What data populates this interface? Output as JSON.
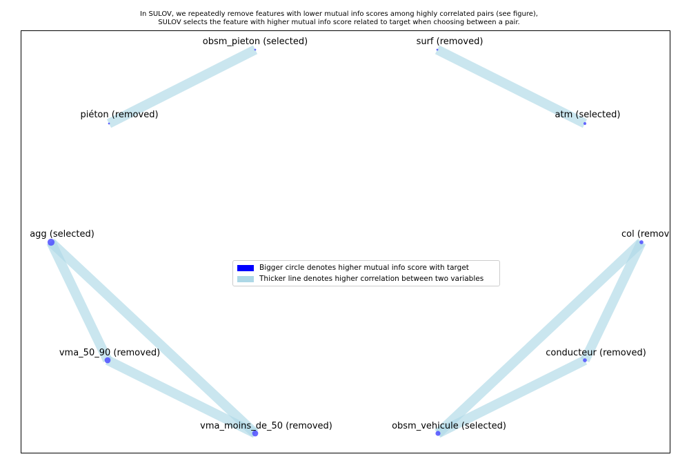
{
  "title": {
    "line1": "In SULOV, we repeatedly remove features with lower mutual info scores among highly correlated pairs (see figure),",
    "line2": "SULOV selects the feature with higher mutual info score related to target when choosing between a pair."
  },
  "legend": {
    "circle_label": "Bigger circle denotes higher mutual info score with target",
    "line_label": "Thicker line denotes higher correlation between two variables",
    "circle_color": "#0000ff",
    "line_color": "#add8e6"
  },
  "colors": {
    "node": "#4d4dff",
    "edge": "#add8e6"
  },
  "diagram": {
    "nodes": [
      {
        "id": "obsm_pieton",
        "label": "obsm_pieton (selected)",
        "mi_score": 1
      },
      {
        "id": "surf",
        "label": "surf (removed)",
        "mi_score": 1
      },
      {
        "id": "pieton",
        "label": "piéton (removed)",
        "mi_score": 1
      },
      {
        "id": "atm",
        "label": "atm (selected)",
        "mi_score": 2
      },
      {
        "id": "agg",
        "label": "agg (selected)",
        "mi_score": 6
      },
      {
        "id": "col",
        "label": "col (removed)",
        "mi_score": 3
      },
      {
        "id": "vma_50_90",
        "label": "vma_50_90 (removed)",
        "mi_score": 5
      },
      {
        "id": "conducteur",
        "label": "conducteur (removed)",
        "mi_score": 3
      },
      {
        "id": "vma_moins_de_50",
        "label": "vma_moins_de_50 (removed)",
        "mi_score": 5
      },
      {
        "id": "obsm_vehicule",
        "label": "obsm_vehicule (selected)",
        "mi_score": 4
      }
    ],
    "edges": [
      {
        "source": "obsm_pieton",
        "target": "pieton",
        "weight": 1.0
      },
      {
        "source": "surf",
        "target": "atm",
        "weight": 1.0
      },
      {
        "source": "agg",
        "target": "vma_50_90",
        "weight": 1.0
      },
      {
        "source": "agg",
        "target": "vma_moins_de_50",
        "weight": 1.0
      },
      {
        "source": "vma_50_90",
        "target": "vma_moins_de_50",
        "weight": 1.0
      },
      {
        "source": "col",
        "target": "obsm_vehicule",
        "weight": 1.0
      },
      {
        "source": "col",
        "target": "conducteur",
        "weight": 1.0
      },
      {
        "source": "conducteur",
        "target": "obsm_vehicule",
        "weight": 1.0
      }
    ]
  }
}
